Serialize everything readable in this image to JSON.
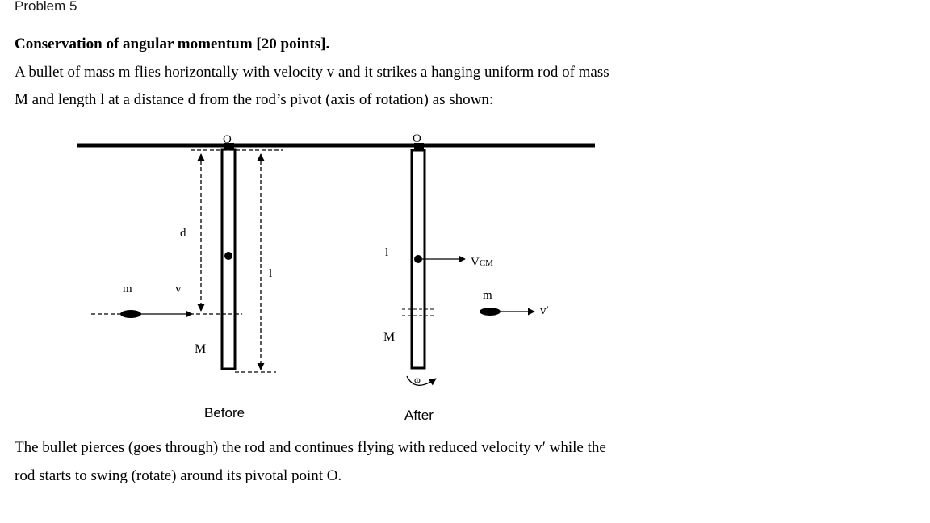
{
  "header": {
    "title": "Problem 5"
  },
  "problem": {
    "heading": "Conservation of angular momentum [20 points].",
    "intro_line1": "A bullet of mass m flies horizontally with velocity v and it strikes a hanging uniform rod of mass",
    "intro_line2": "M and length l at a distance d from the rod’s pivot (axis of rotation) as shown:",
    "outro_line1": "The bullet pierces (goes through) the rod and continues flying with reduced velocity v′ while the",
    "outro_line2": "rod starts to swing (rotate) around its pivotal point O."
  },
  "diagram": {
    "before": {
      "pivot_label": "O",
      "distance_label": "d",
      "length_label": "l",
      "bullet_mass_label": "m",
      "velocity_label": "v",
      "rod_mass_label": "M",
      "caption": "Before"
    },
    "after": {
      "pivot_label": "O",
      "length_label": "l",
      "cm_velocity_label": "V",
      "cm_velocity_subscript": "CM",
      "bullet_mass_label": "m",
      "velocity_label": "v′",
      "rod_mass_label": "M",
      "angular_label": "ω",
      "caption": "After"
    }
  }
}
